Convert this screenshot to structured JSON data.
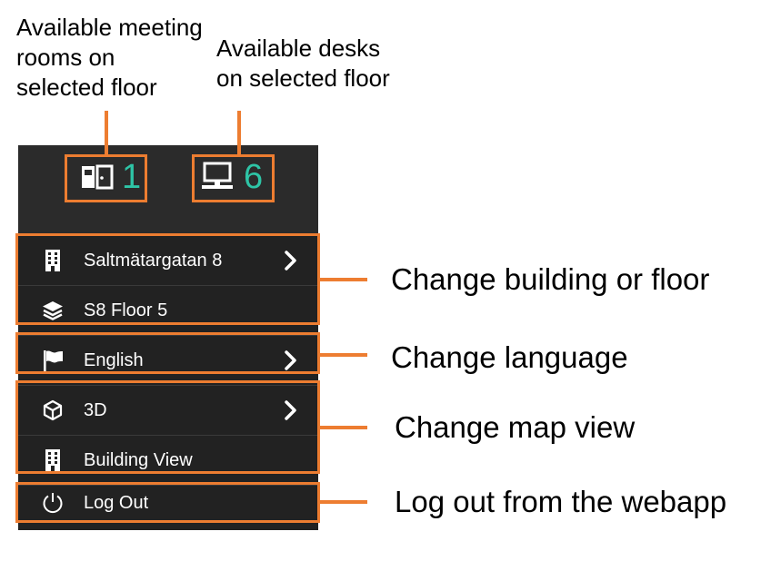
{
  "callouts": {
    "meeting_rooms": [
      "Available meeting",
      "rooms on",
      "selected floor"
    ],
    "desks": [
      "Available desks",
      "on selected floor"
    ],
    "building_floor": "Change building or floor",
    "language": "Change language",
    "map_view": "Change map view",
    "log_out": "Log out from the webapp"
  },
  "stats": {
    "meeting_rooms": "1",
    "desks": "6"
  },
  "menu": {
    "building": {
      "label": "Saltmätargatan 8",
      "icon": "building-icon"
    },
    "floor": {
      "label": "S8 Floor 5",
      "icon": "layers-icon"
    },
    "language": {
      "label": "English",
      "icon": "flag-icon"
    },
    "view_3d": {
      "label": "3D",
      "icon": "cube-icon"
    },
    "building_view": {
      "label": "Building View",
      "icon": "building-icon"
    },
    "logout": {
      "label": "Log Out",
      "icon": "power-icon"
    }
  },
  "colors": {
    "accent_teal": "#2ec4a6",
    "annotation_orange": "#ed7d31",
    "panel_dark": "#222222"
  }
}
